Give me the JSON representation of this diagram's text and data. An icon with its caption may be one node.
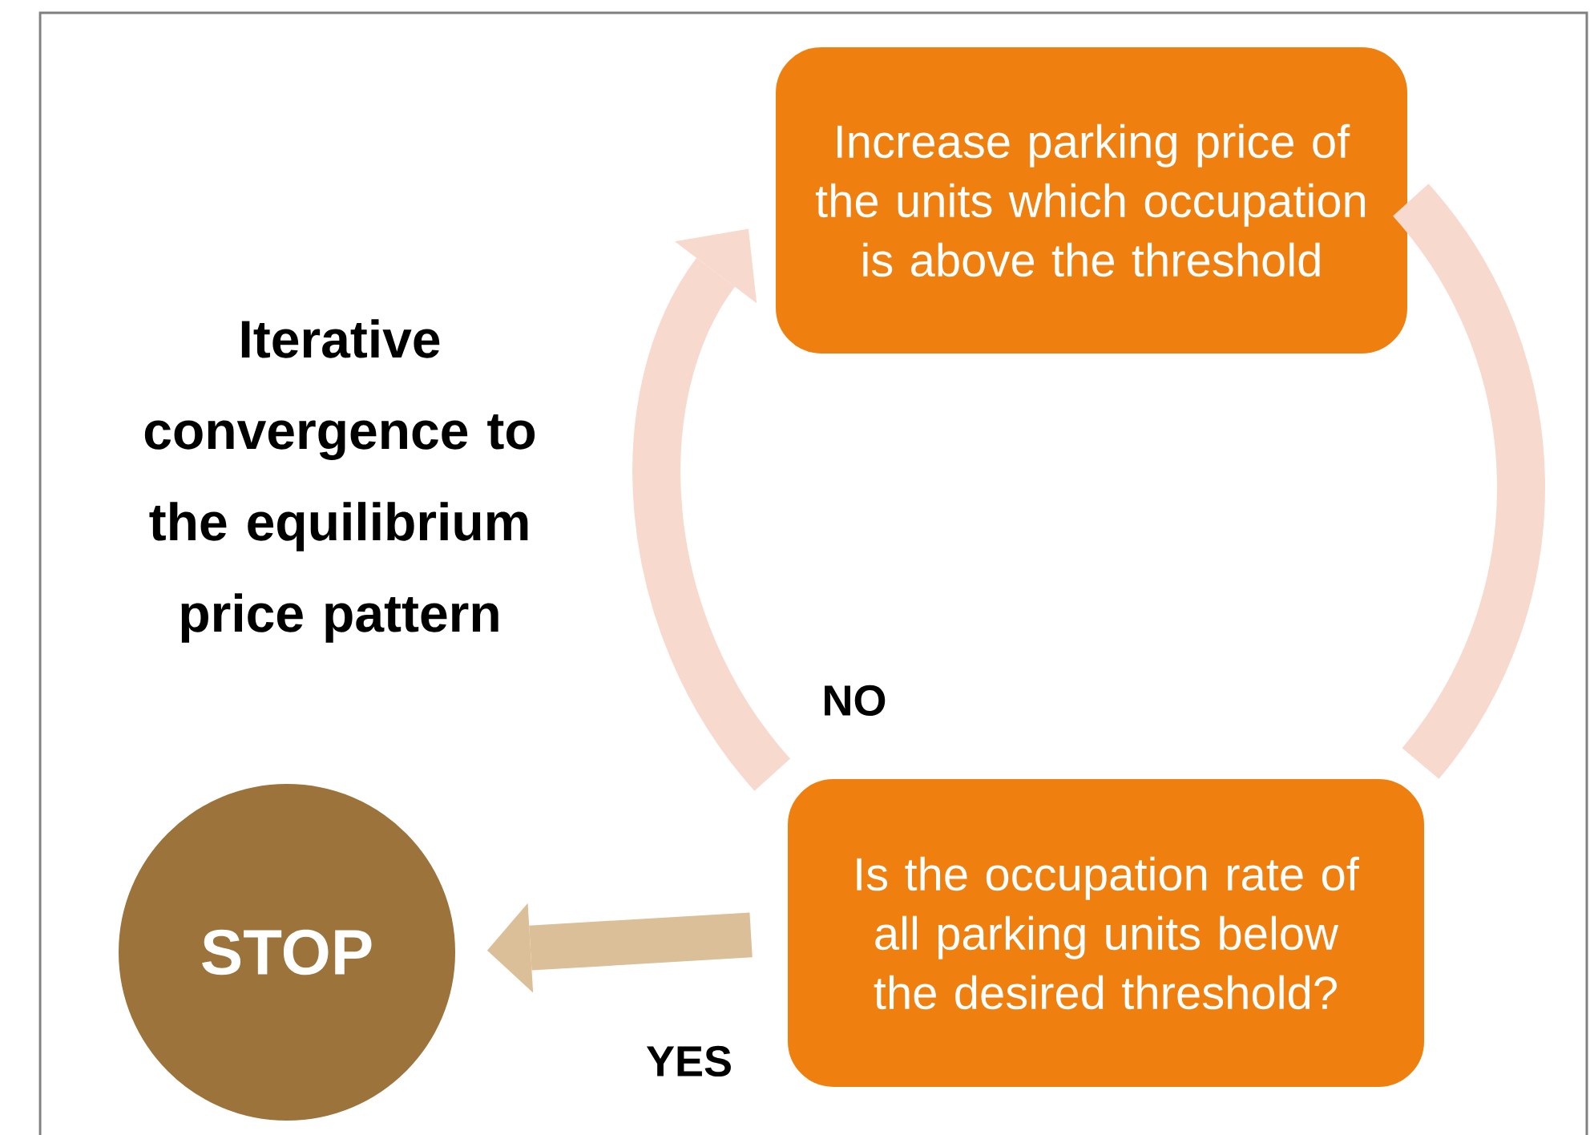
{
  "diagram": {
    "title": "Iterative convergence to the equilibrium price pattern",
    "nodes": [
      {
        "text": [
          "Increase parking price of the units which occupation is above the threshold"
        ]
      },
      {
        "text": [
          "Is the occupation rate of all parking units below the desired threshold?"
        ]
      },
      {
        "text": [
          "STOP"
        ]
      }
    ],
    "edges": [
      {
        "from": 0,
        "to": 1,
        "arrow": "none"
      },
      {
        "from": 1,
        "to": 0,
        "arrow": "to",
        "label": "NO"
      },
      {
        "from": 1,
        "to": 2,
        "arrow": "to",
        "label": "YES",
        "color": "#dbbf98"
      }
    ]
  }
}
